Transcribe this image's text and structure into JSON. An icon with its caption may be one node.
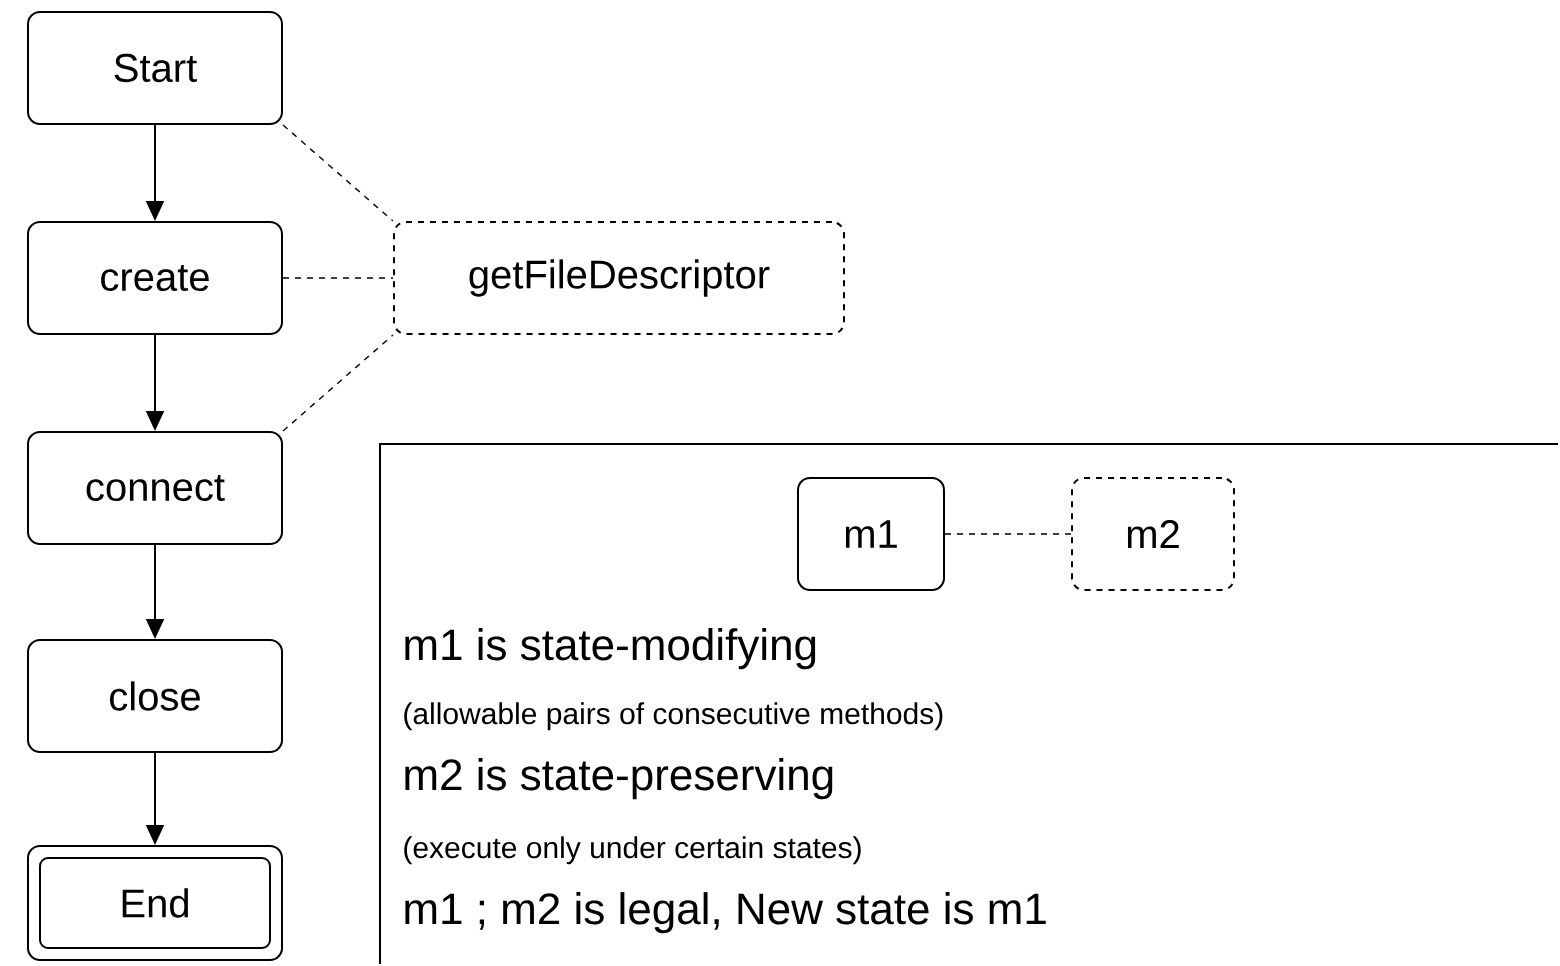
{
  "diagram": {
    "nodes": [
      {
        "text": [
          "Start"
        ]
      },
      {
        "text": [
          "create"
        ]
      },
      {
        "text": [
          "connect"
        ]
      },
      {
        "text": [
          "close"
        ]
      },
      {
        "text": [
          "End"
        ]
      },
      {
        "text": [
          "getFileDescriptor"
        ]
      },
      {
        "text": [
          "m1 is state-modifying",
          "(allowable pairs of consecutive methods)",
          "m2 is state-preserving",
          "(execute only under certain states)",
          "m1 ; m2 is legal, New state is m1"
        ]
      },
      {
        "text": [
          "m1"
        ],
        "in": 6
      },
      {
        "text": [
          "m2"
        ],
        "in": 6
      }
    ],
    "edges": [
      {
        "from": 0,
        "to": 1,
        "arrow": "to"
      },
      {
        "from": 1,
        "to": 2,
        "arrow": "to"
      },
      {
        "from": 2,
        "to": 3,
        "arrow": "to"
      },
      {
        "from": 3,
        "to": 4,
        "arrow": "to"
      },
      {
        "from": 0,
        "to": 5,
        "arrow": "none",
        "style": "dashed"
      },
      {
        "from": 1,
        "to": 5,
        "arrow": "none",
        "style": "dashed"
      },
      {
        "from": 2,
        "to": 5,
        "arrow": "none",
        "style": "dashed"
      },
      {
        "from": 7,
        "to": 8,
        "arrow": "none",
        "style": "dashed"
      }
    ]
  }
}
